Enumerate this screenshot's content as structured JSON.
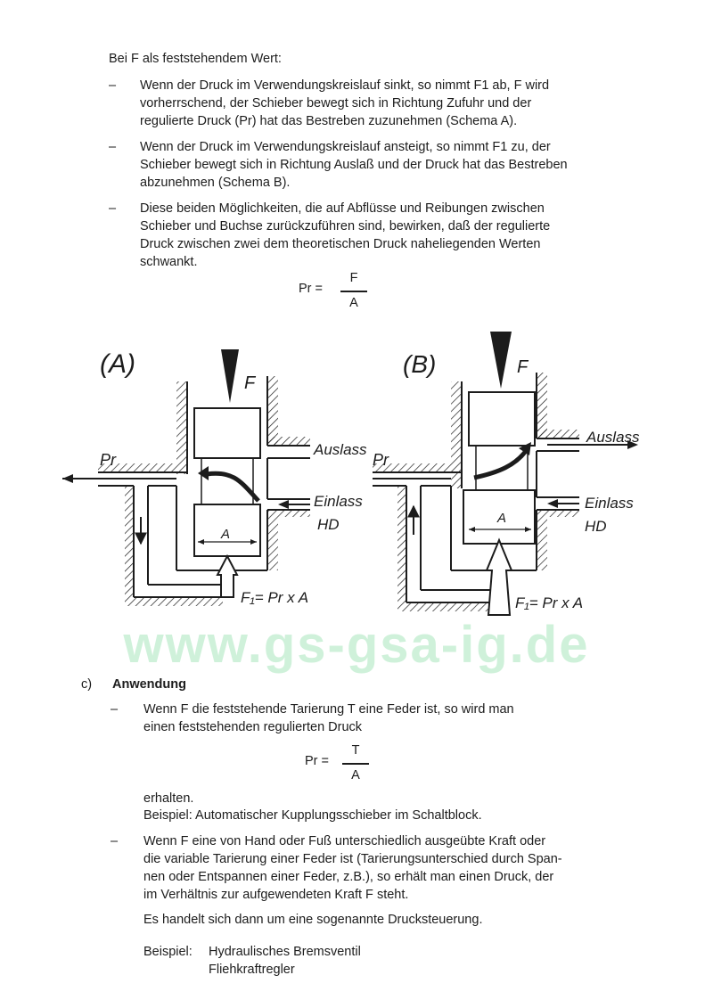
{
  "intro": "Bei F als feststehendem Wert:",
  "bullets_top": [
    {
      "dash": "–",
      "lines": [
        "Wenn der Druck im Verwendungskreislauf sinkt, so nimmt F1 ab, F wird",
        "vorherrschend, der Schieber bewegt sich in Richtung Zufuhr und der",
        "regulierte Druck (Pr) hat das Bestreben zuzunehmen (Schema A)."
      ]
    },
    {
      "dash": "–",
      "lines": [
        "Wenn der Druck im Verwendungskreislauf ansteigt, so nimmt F1 zu, der",
        "Schieber bewegt sich in Richtung Auslaß und der Druck hat das Bestreben",
        "abzunehmen (Schema B)."
      ]
    },
    {
      "dash": "–",
      "lines": [
        "Diese beiden Möglichkeiten, die auf Abflüsse und Reibungen zwischen",
        "Schieber und Buchse zurückzuführen sind, bewirken, daß der regulierte",
        "Druck zwischen zwei dem theoretischen Druck naheliegenden Werten",
        "schwankt."
      ]
    }
  ],
  "formula1": {
    "lhs": "Pr  =",
    "numerator": "F",
    "denominator": "A"
  },
  "diagram": {
    "a": {
      "title": "(A)",
      "force": "F",
      "outlet": "Auslass",
      "pressure": "Pr",
      "inlet": "Einlass",
      "hd": "HD",
      "area": "A",
      "f1": "F₁= Pr x A"
    },
    "b": {
      "title": "(B)",
      "force": "F",
      "outlet": "Auslass",
      "pressure": "Pr",
      "inlet": "Einlass",
      "hd": "HD",
      "area": "A",
      "f1": "F₁= Pr x A"
    }
  },
  "watermark": "www.gs-gsa-ig.de",
  "section": {
    "label": "c)",
    "title": "Anwendung"
  },
  "bullet_c1": {
    "dash": "–",
    "lines": [
      "Wenn  F  die  feststehende  Tarierung  T  eine Feder ist, so wird man",
      "einen feststehenden regulierten Druck"
    ]
  },
  "formula2": {
    "lhs": "Pr  =",
    "numerator": "T",
    "denominator": "A"
  },
  "after_formula2": [
    "erhalten.",
    "Beispiel: Automatischer Kupplungsschieber im Schaltblock."
  ],
  "bullet_c2": {
    "dash": "–",
    "lines": [
      "Wenn F eine von Hand oder Fuß unterschiedlich ausgeübte Kraft oder",
      "die variable Tarierung einer Feder ist (Tarierungsunterschied durch Span-",
      "nen oder Entspannen einer Feder, z.B.), so erhält man einen Druck, der",
      "im Verhältnis zur aufgewendeten Kraft F steht."
    ]
  },
  "control_note": "Es handelt sich dann um eine sogenannte Drucksteuerung.",
  "examples": {
    "label": "Beispiel:",
    "items": [
      "Hydraulisches Bremsventil",
      "Fliehkraftregler"
    ]
  }
}
